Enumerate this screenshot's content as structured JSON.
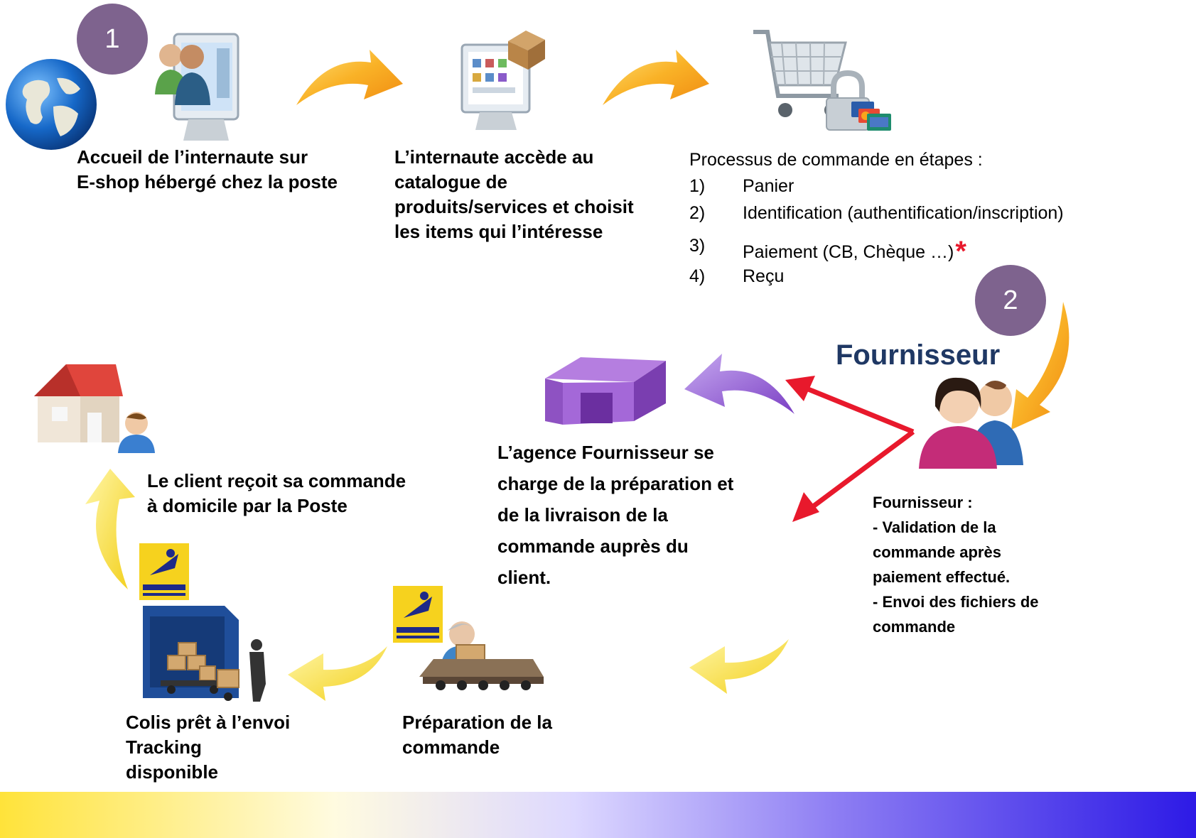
{
  "badges": {
    "one": "1",
    "two": "2"
  },
  "step1": {
    "line1": "Accueil de l’internaute sur",
    "line2": "E-shop  hébergé chez la poste"
  },
  "step2": {
    "line1": "L’internaute  accède au",
    "line2": "catalogue de",
    "line3": "produits/services et choisit",
    "line4": "les items qui l’intéresse"
  },
  "process": {
    "title": "Processus de commande en étapes  :",
    "steps": [
      {
        "num": "1)",
        "label": "Panier"
      },
      {
        "num": "2)",
        "label": "Identification (authentification/inscription)"
      },
      {
        "num": "3)",
        "label": "Paiement (CB, Chèque …)"
      },
      {
        "num": "4)",
        "label": "Reçu"
      }
    ],
    "asterisk": "*"
  },
  "fournisseur": {
    "title": "Fournisseur",
    "desc_lines": [
      "Fournisseur :",
      "- Validation de la",
      "commande après",
      "paiement effectué.",
      "- Envoi des fichiers de",
      "commande"
    ]
  },
  "agence": {
    "lines": [
      "L’agence Fournisseur se",
      "charge de  la préparation et",
      "de la livraison de la",
      "commande auprès du",
      "client."
    ]
  },
  "client": {
    "line1": "Le client reçoit sa commande",
    "line2": "à domicile par la Poste"
  },
  "preparation": {
    "line1": "Préparation de la",
    "line2": "commande"
  },
  "colis": {
    "line1": "Colis prêt à l’envoi",
    "line2": "Tracking",
    "line3": "disponible"
  },
  "icons": [
    "globe-icon",
    "user-computer-icon",
    "catalog-computer-icon",
    "shopping-cart-icon",
    "padlock-icon",
    "users-icon",
    "warehouse-icon",
    "house-icon",
    "person-icon",
    "poste-logo-icon",
    "conveyor-icon",
    "delivery-truck-icon"
  ],
  "colors": {
    "orange_arrow": "#f7a21b",
    "purple_arrow": "#9c6fd0",
    "yellow_arrow": "#f3d431",
    "red_arrow": "#e8192c",
    "badge": "#7e638e",
    "fournisseur_title": "#1f3864"
  }
}
